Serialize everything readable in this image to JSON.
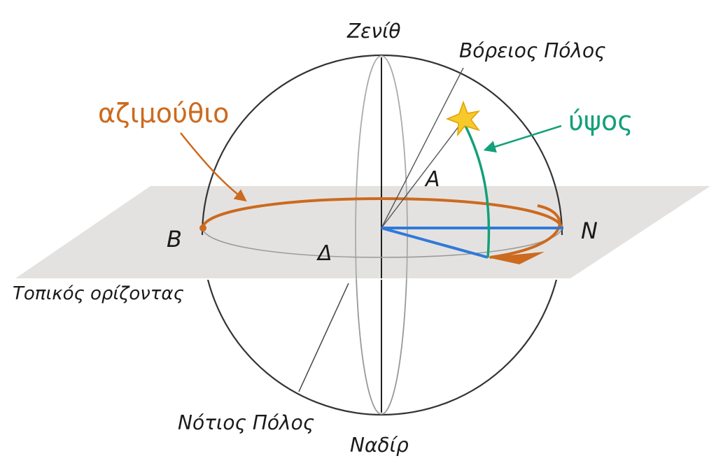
{
  "labels": {
    "zenith": "Ζενίθ",
    "north_pole": "Βόρειος Πόλος",
    "azimuth": "αζιμούθιο",
    "altitude": "ύψος",
    "angle_a": "A",
    "west": "B",
    "north": "N",
    "south": "Δ",
    "horizon": "Τοπικός ορίζοντας",
    "south_pole": "Νότιος Πόλος",
    "nadir": "Ναδίρ"
  },
  "colors": {
    "azimuth": "#cc6a1f",
    "altitude": "#13a07a",
    "direction_lines": "#2f7ad9",
    "star": "#f7c92a",
    "horizon_plane": "#e2dfdd",
    "sphere_outline": "#333333"
  },
  "icons": {
    "star": "star-icon"
  }
}
